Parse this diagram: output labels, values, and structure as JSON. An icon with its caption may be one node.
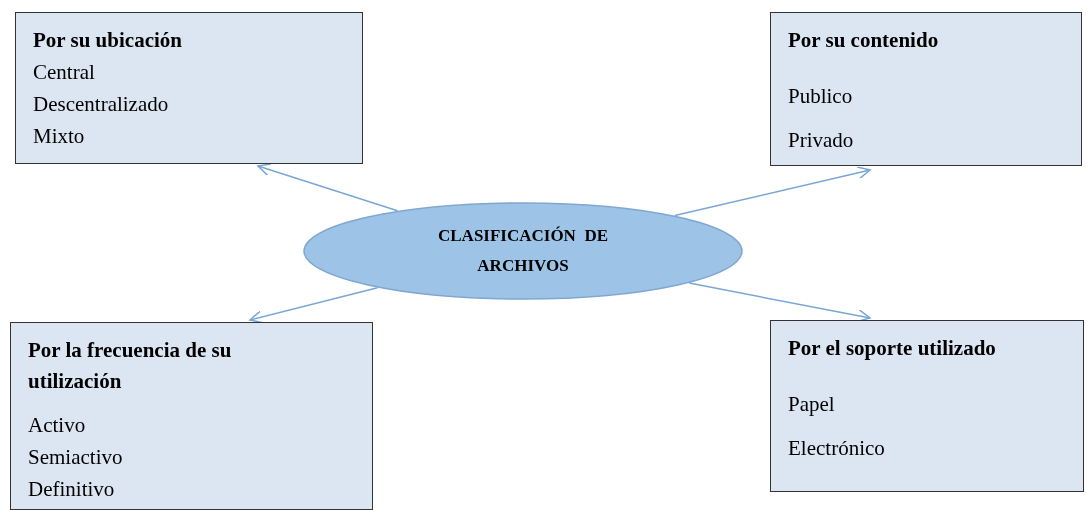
{
  "diagram": {
    "nodes": [
      {
        "text": [
          "Por su ubicación",
          "Central",
          "Descentralizado",
          "Mixto"
        ]
      },
      {
        "text": [
          "Por su contenido",
          "Publico",
          "Privado"
        ]
      },
      {
        "text": [
          "CLASIFICACIÓN  DE ARCHIVOS"
        ]
      },
      {
        "text": [
          "Por la frecuencia de su utilización",
          "Activo",
          "Semiactivo",
          "Definitivo"
        ]
      },
      {
        "text": [
          "Por el soporte utilizado",
          "Papel",
          "Electrónico"
        ]
      }
    ],
    "edges": [
      {
        "from": 2,
        "to": 0,
        "arrow": "to"
      },
      {
        "from": 2,
        "to": 1,
        "arrow": "to"
      },
      {
        "from": 2,
        "to": 3,
        "arrow": "to"
      },
      {
        "from": 2,
        "to": 4,
        "arrow": "to"
      }
    ]
  }
}
